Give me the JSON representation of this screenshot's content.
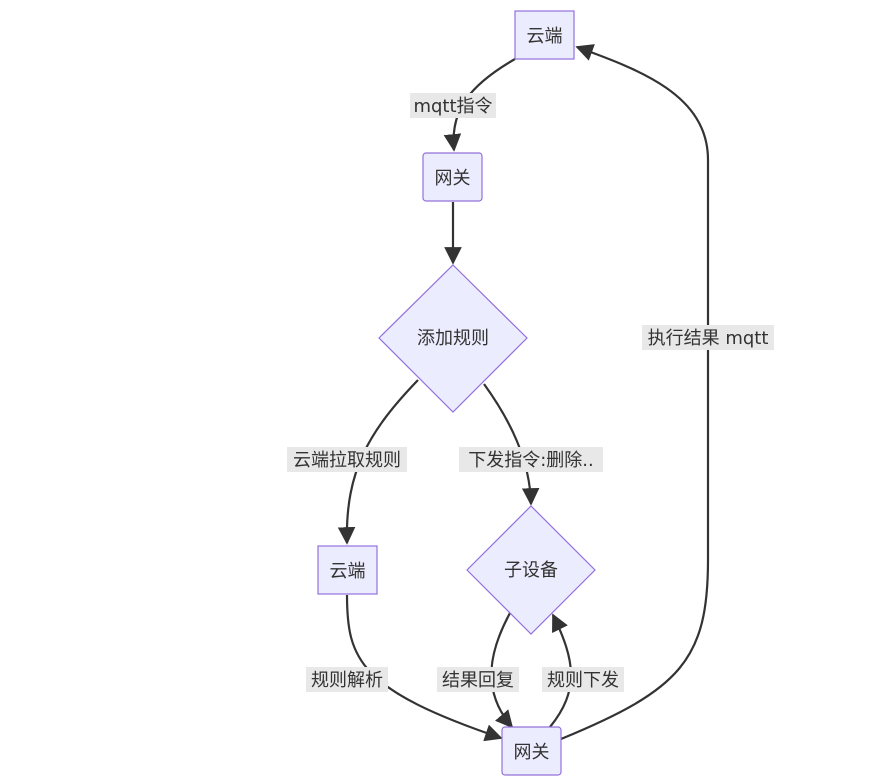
{
  "nodes": {
    "cloud_top": "云端",
    "gateway_top": "网关",
    "add_rule": "添加规则",
    "cloud_mid": "云端",
    "sub_device": "子设备",
    "gateway_bottom": "网关"
  },
  "edges": {
    "mqtt_command": "mqtt指令",
    "cloud_pull_rules": "云端拉取规则",
    "send_command_delete": "下发指令:删除..",
    "rule_parse": "规则解析",
    "result_reply": "结果回复",
    "rule_deliver": "规则下发",
    "exec_result_mqtt": "执行结果 mqtt"
  },
  "colors": {
    "node_fill": "#ECECFF",
    "node_stroke": "#9370DB",
    "edge": "#333333",
    "label_bg": "#e8e8e8",
    "text": "#333333"
  }
}
